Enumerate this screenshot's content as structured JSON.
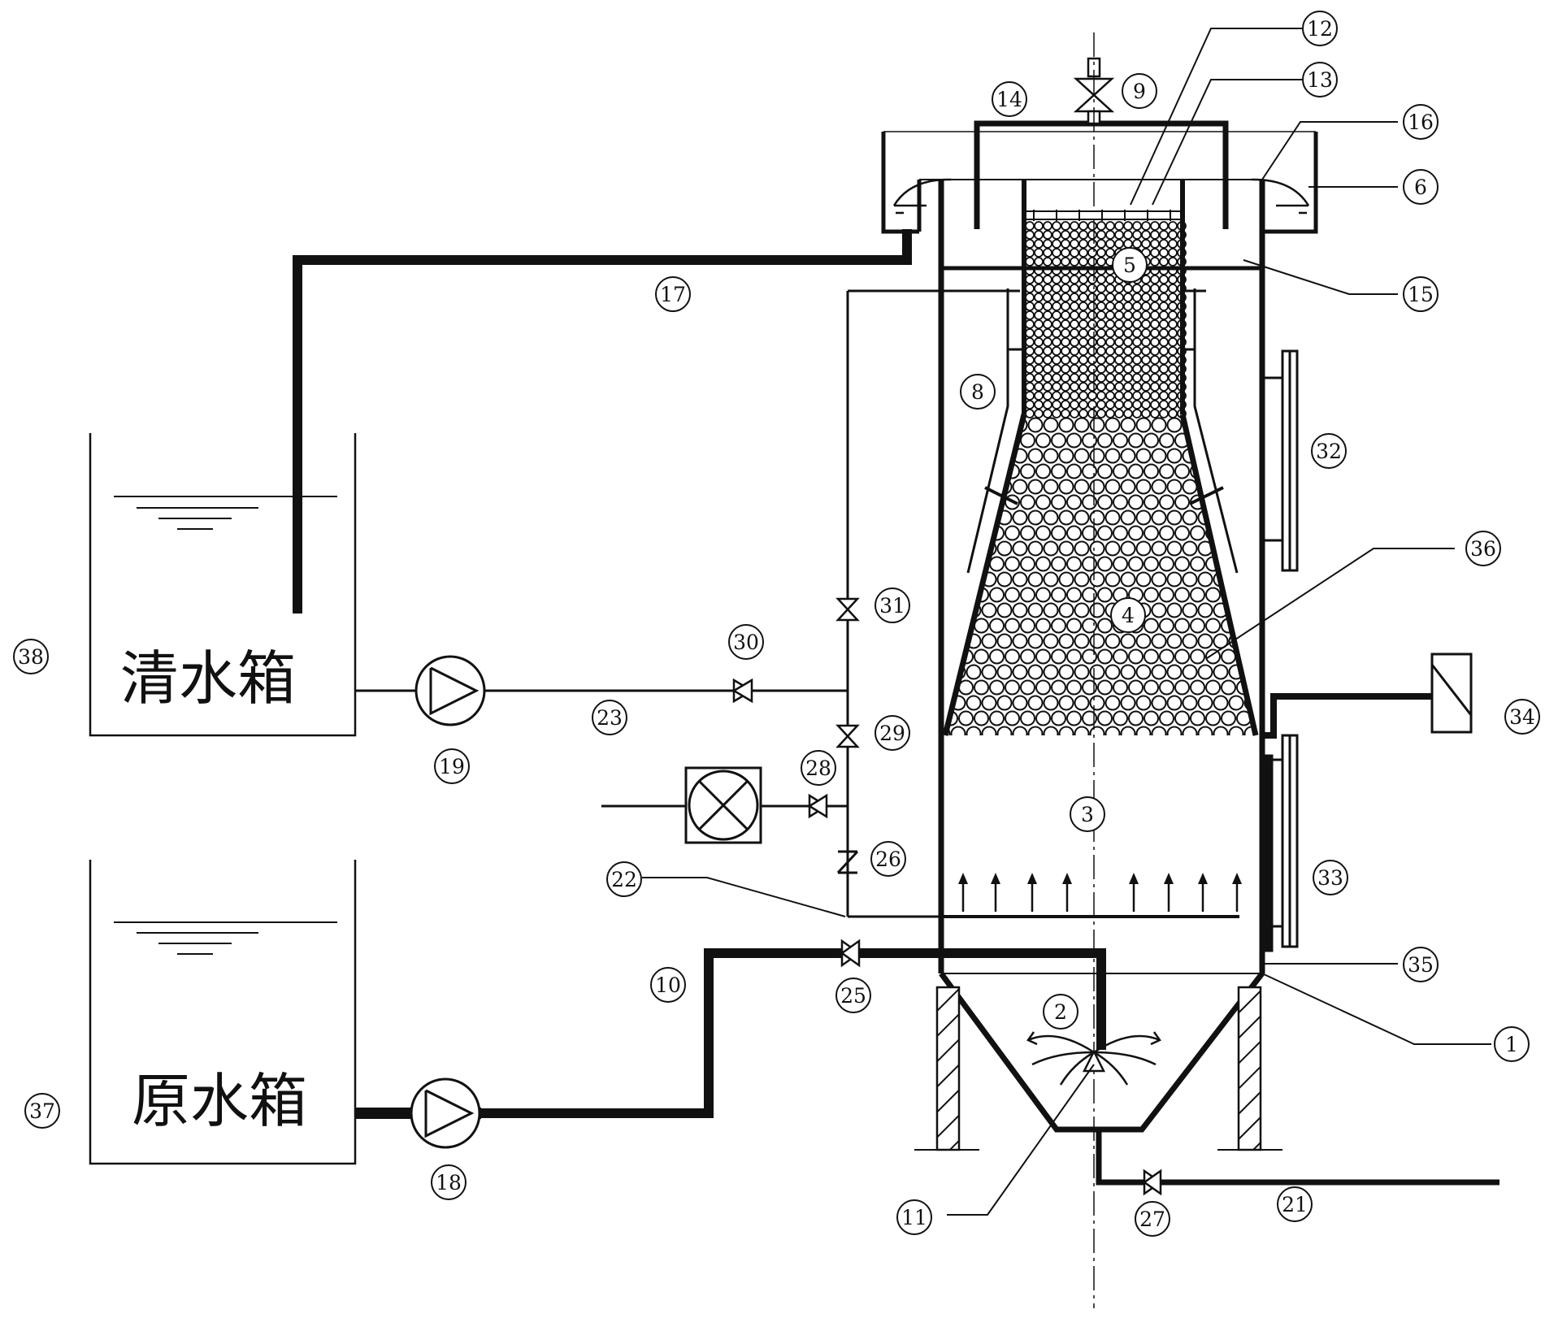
{
  "tanks": {
    "clean": {
      "name": "清水箱",
      "number": "38"
    },
    "raw": {
      "name": "原水箱",
      "number": "37"
    }
  },
  "labels": [
    {
      "id": "1",
      "text": "1"
    },
    {
      "id": "2",
      "text": "2"
    },
    {
      "id": "3",
      "text": "3"
    },
    {
      "id": "4",
      "text": "4"
    },
    {
      "id": "5",
      "text": "5"
    },
    {
      "id": "6",
      "text": "6"
    },
    {
      "id": "8",
      "text": "8"
    },
    {
      "id": "9",
      "text": "9"
    },
    {
      "id": "10",
      "text": "10"
    },
    {
      "id": "11",
      "text": "11"
    },
    {
      "id": "12",
      "text": "12"
    },
    {
      "id": "13",
      "text": "13"
    },
    {
      "id": "14",
      "text": "14"
    },
    {
      "id": "15",
      "text": "15"
    },
    {
      "id": "16",
      "text": "16"
    },
    {
      "id": "17",
      "text": "17"
    },
    {
      "id": "18",
      "text": "18"
    },
    {
      "id": "19",
      "text": "19"
    },
    {
      "id": "21",
      "text": "21"
    },
    {
      "id": "22",
      "text": "22"
    },
    {
      "id": "23",
      "text": "23"
    },
    {
      "id": "25",
      "text": "25"
    },
    {
      "id": "26",
      "text": "26"
    },
    {
      "id": "27",
      "text": "27"
    },
    {
      "id": "28",
      "text": "28"
    },
    {
      "id": "29",
      "text": "29"
    },
    {
      "id": "30",
      "text": "30"
    },
    {
      "id": "31",
      "text": "31"
    },
    {
      "id": "32",
      "text": "32"
    },
    {
      "id": "33",
      "text": "33"
    },
    {
      "id": "34",
      "text": "34"
    },
    {
      "id": "35",
      "text": "35"
    },
    {
      "id": "36",
      "text": "36"
    }
  ],
  "colors": {
    "line": "#111111",
    "background": "#ffffff"
  }
}
